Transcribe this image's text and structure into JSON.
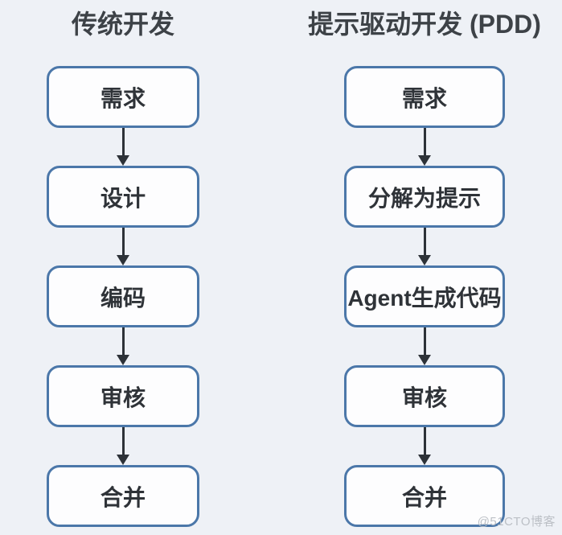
{
  "columns": [
    {
      "title": "传统开发",
      "steps": [
        "需求",
        "设计",
        "编码",
        "审核",
        "合并"
      ]
    },
    {
      "title": "提示驱动开发 (PDD)",
      "steps": [
        "需求",
        "分解为提示",
        "Agent生成代码",
        "审核",
        "合并"
      ]
    }
  ],
  "watermark": "@51CTO博客",
  "colors": {
    "background": "#eef1f6",
    "box_border": "#4b77a9",
    "box_fill": "#fdfdfe",
    "arrow": "#2d3238",
    "title_text": "#3d4247",
    "step_text": "#2f3338",
    "watermark_text": "#bcc0c6"
  }
}
